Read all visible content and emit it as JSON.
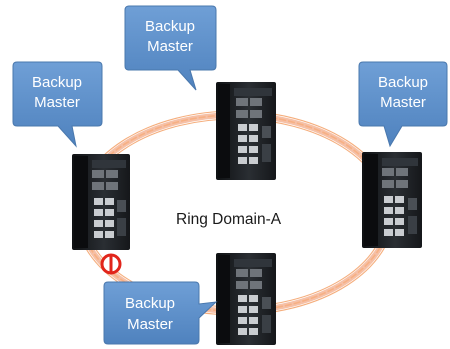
{
  "diagram": {
    "ring_label": "Ring Domain-A",
    "callouts": [
      {
        "id": "top",
        "lines": [
          "Backup",
          "Master"
        ]
      },
      {
        "id": "left",
        "lines": [
          "Backup",
          "Master"
        ]
      },
      {
        "id": "right",
        "lines": [
          "Backup",
          "Master"
        ]
      },
      {
        "id": "bottom",
        "lines": [
          "Backup",
          "Master"
        ]
      }
    ],
    "colors": {
      "ring": "#f39a5c",
      "ring_edge": "#e8743b",
      "callout_fill": "#5b8ec8",
      "callout_stroke": "#4a78ad",
      "switch_body": "#1f2226",
      "blocked_port": "#e1251b"
    },
    "switches": [
      "top-switch",
      "left-switch",
      "right-switch",
      "bottom-switch"
    ],
    "icons": [
      "blocked-port-icon"
    ]
  }
}
